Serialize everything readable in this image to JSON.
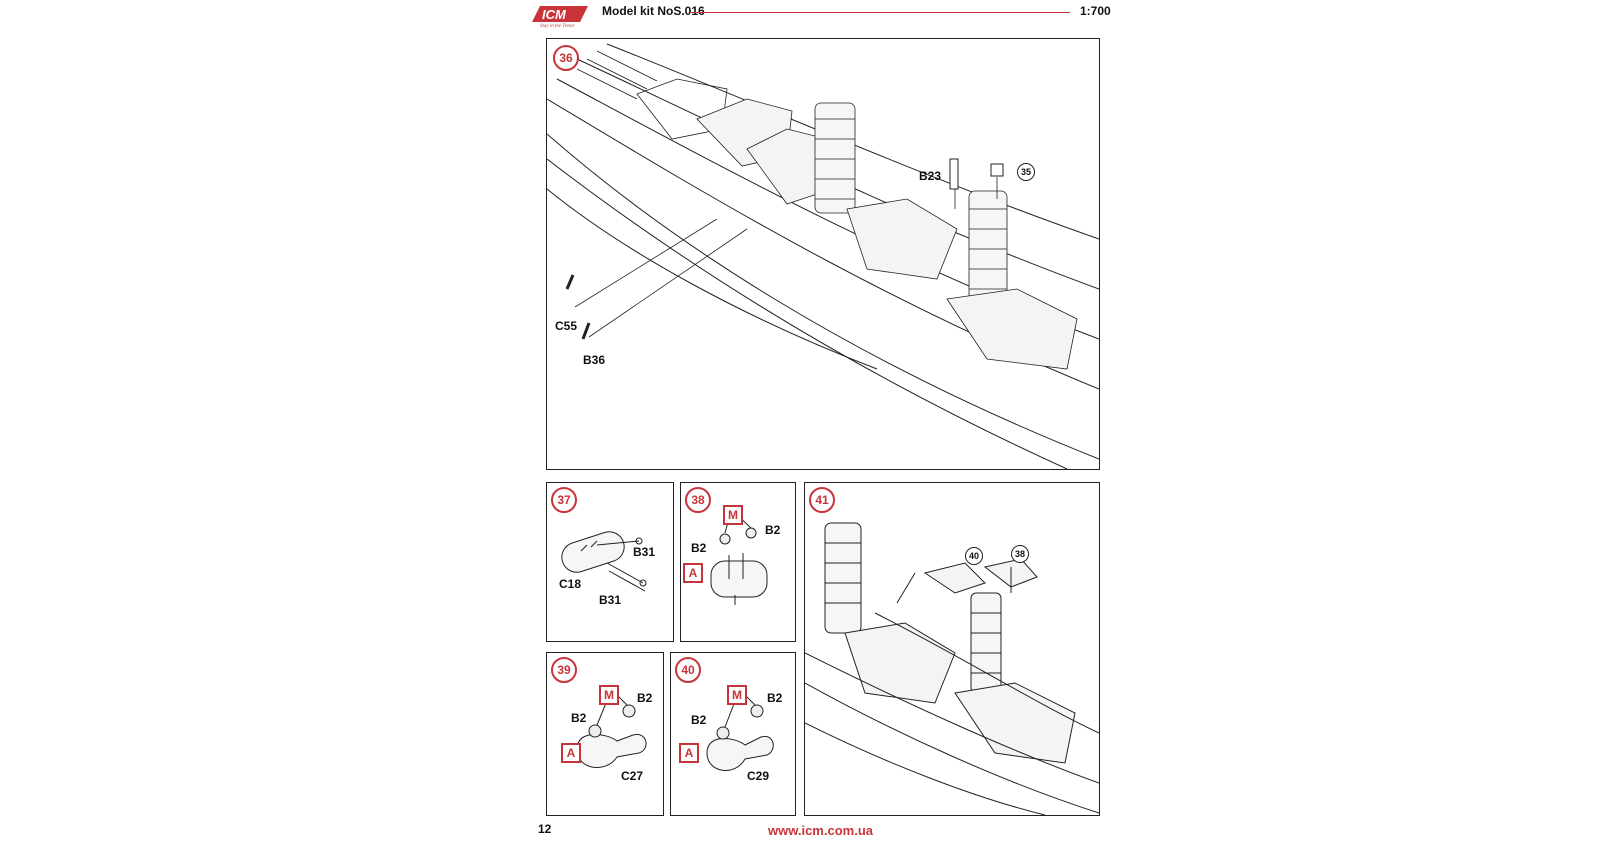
{
  "header": {
    "brand": "ICM",
    "brand_tagline": "Stay in the Trend",
    "kit_title": "Model kit NoS.016",
    "scale": "1:700"
  },
  "steps": [
    {
      "number": "36",
      "labels": [
        "B23",
        "C55",
        "B36"
      ],
      "refs": [
        "35"
      ]
    },
    {
      "number": "37",
      "labels": [
        "B31",
        "C18",
        "B31"
      ]
    },
    {
      "number": "38",
      "labels": [
        "B2",
        "B2"
      ],
      "colors": [
        "M",
        "A"
      ]
    },
    {
      "number": "39",
      "labels": [
        "B2",
        "B2",
        "C27"
      ],
      "colors": [
        "M",
        "A"
      ]
    },
    {
      "number": "40",
      "labels": [
        "B2",
        "B2",
        "C29"
      ],
      "colors": [
        "M",
        "A"
      ]
    },
    {
      "number": "41",
      "refs": [
        "40",
        "38"
      ]
    }
  ],
  "footer": {
    "page_number": "12",
    "website": "www.icm.com.ua"
  },
  "colors": {
    "accent": "#c8343a",
    "line": "#222222"
  }
}
